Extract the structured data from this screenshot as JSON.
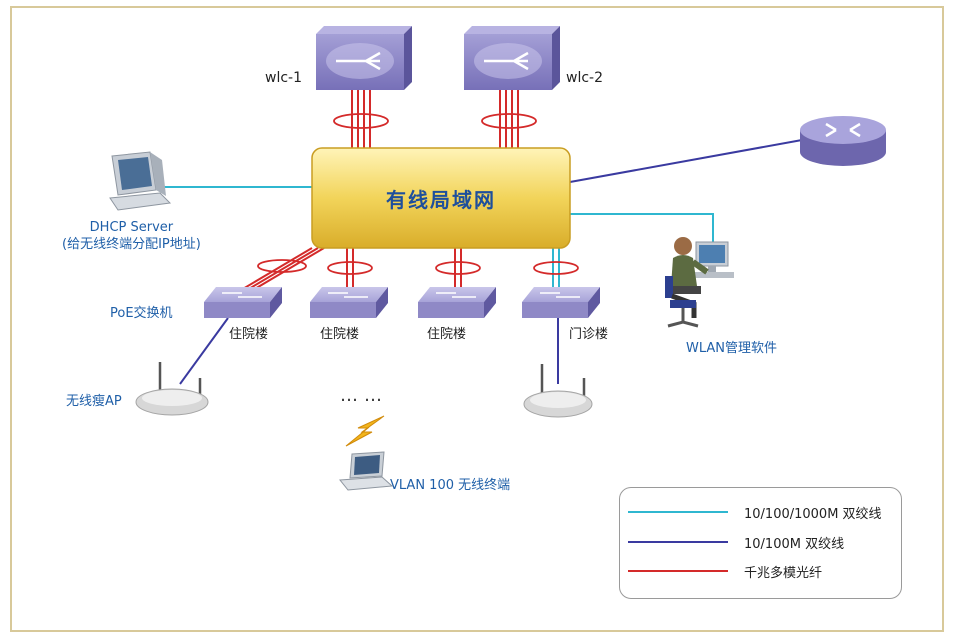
{
  "nodes": {
    "wlc1": "wlc-1",
    "wlc2": "wlc-2",
    "core": "有线局域网",
    "dhcp_name": "DHCP Server",
    "dhcp_desc": "(给无线终端分配IP地址)",
    "poe": "PoE交换机",
    "sw1": "住院楼",
    "sw2": "住院楼",
    "sw3": "住院楼",
    "sw4": "门诊楼",
    "ap": "无线瘦AP",
    "terminal": "VLAN 100 无线终端",
    "wlan_mgmt": "WLAN管理软件",
    "ellipsis": "……"
  },
  "legend": [
    {
      "label": "10/100/1000M 双绞线",
      "color": "#2fb7d0"
    },
    {
      "label": "10/100M 双绞线",
      "color": "#3a3aa0"
    },
    {
      "label": "千兆多模光纤",
      "color": "#d42a2a"
    }
  ],
  "colors": {
    "cable_1000": "#2fb7d0",
    "cable_100": "#3a3aa0",
    "fiber": "#d42a2a",
    "device_purple": "#8a84c4",
    "core_gold": "#f3dc6a"
  }
}
